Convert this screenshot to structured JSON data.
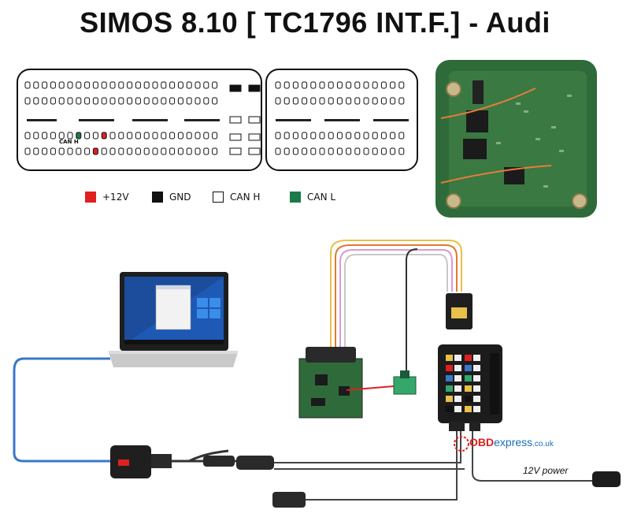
{
  "title": "SIMOS 8.10 [ TC1796 INT.F.] - Audi",
  "connector": {
    "pin_label": "CAN H"
  },
  "legend": [
    {
      "label": "+12V",
      "color": "#e02020"
    },
    {
      "label": "GND",
      "color": "#111111"
    },
    {
      "label": "CAN H",
      "color": "#ffffff"
    },
    {
      "label": "CAN L",
      "color": "#1a7a4a"
    }
  ],
  "watermark": {
    "red_part": "OBD",
    "blue_part": "express",
    "suffix": ".co.uk"
  },
  "power_label": "12V power"
}
